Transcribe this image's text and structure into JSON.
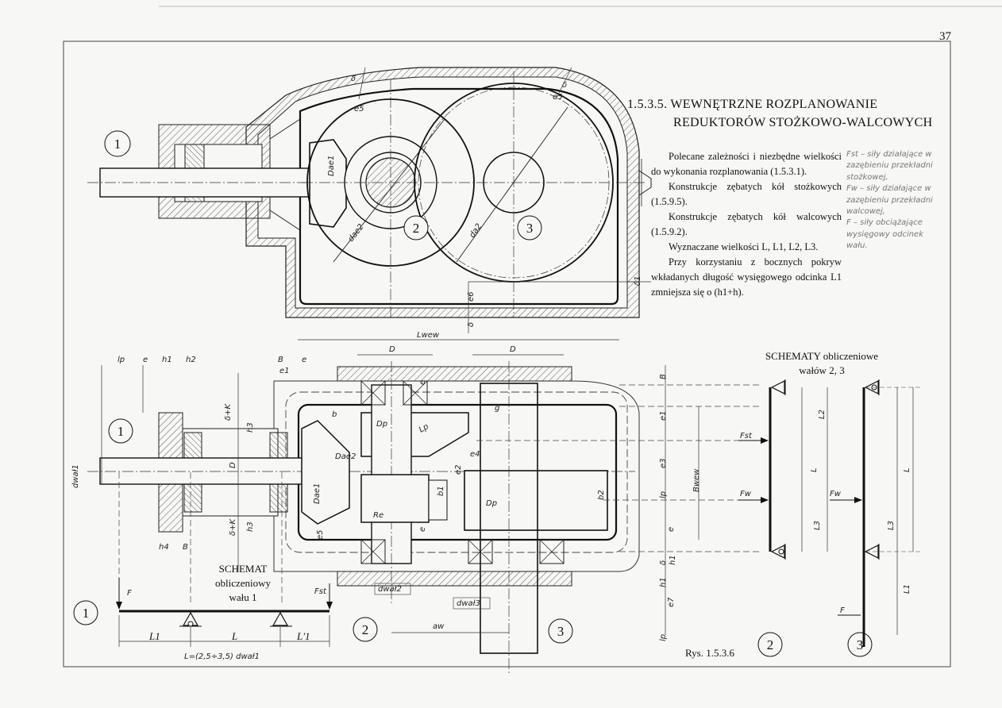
{
  "page_number": "37",
  "section": {
    "title_line1": "1.5.3.5. WEWNĘTRZNE ROZPLANOWANIE",
    "title_line2": "REDUKTORÓW STOŻKOWO-WALCOWYCH"
  },
  "body_paragraphs": [
    "Polecane zależności i niezbędne wielkości do wykonania rozplanowania (1.5.3.1).",
    "Konstrukcje zębatych kół stożkowych (1.5.9.5).",
    "Konstrukcje zębatych kół walcowych (1.5.9.2).",
    "Wyznaczane wielkości L, L1, L2, L3.",
    "Przy korzystaniu z bocznych pokryw wkładanych długość wysięgowego odcinka L1 zmniejsza się o (h1+h)."
  ],
  "legend": [
    "Fst – siły działające w zazębieniu przekładni stożkowej,",
    "Fw – siły działające w zazębieniu przekładni walcowej,",
    "F – siły obciążające wysięgowy odcinek wału."
  ],
  "schematic_23": {
    "line1": "SCHEMATY obliczeniowe",
    "line2": "wałów 2, 3"
  },
  "schematic_1": {
    "line1": "SCHEMAT",
    "line2": "obliczeniowy",
    "line3": "wału 1"
  },
  "figure_caption": "Rys. 1.5.3.6",
  "circle_numbers": {
    "shaft1": "1",
    "shaft2": "2",
    "shaft3": "3"
  },
  "drawing_labels": {
    "delta": "δ",
    "e5": "e5",
    "dae1": "Dae1",
    "dae2": "dae2",
    "da2": "da2",
    "e6": "e6",
    "delta1": "δ1",
    "lwew": "Lwew",
    "D": "D",
    "lp": "lp",
    "e": "e",
    "h1": "h1",
    "h2": "h2",
    "B": "B",
    "e1": "e1",
    "delta_k": "δ+K",
    "h3": "h3",
    "dwal1": "dwał1",
    "Dp": "Dp",
    "b": "b",
    "g": "g",
    "Lp": "Lp",
    "Dae2": "Dae2",
    "e4": "e4",
    "e3": "e3",
    "e2": "e2",
    "Bwew": "Bwew",
    "b1": "b1",
    "b2": "b2",
    "Re": "Re",
    "Fst": "Fst",
    "Fw": "Fw",
    "F": "F",
    "L": "L",
    "L1": "L1",
    "L1p": "L'1",
    "L2": "L2",
    "L3": "L3",
    "h4": "h4",
    "dwal2": "dwał2",
    "dwal3": "dwał3",
    "aw": "aw",
    "e7": "e7",
    "L_formula": "L=(2,5÷3,5) dwał1"
  }
}
